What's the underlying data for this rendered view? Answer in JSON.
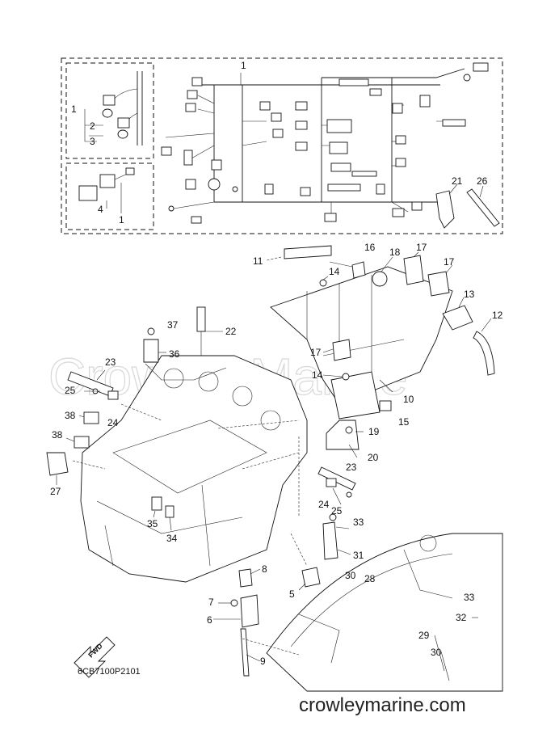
{
  "watermark": "Crowley Marine",
  "diagram_code": "6CB7100P2101",
  "website": "crowleymarine.com",
  "fwd_label": "FWD",
  "callouts": [
    {
      "id": "c1-top",
      "label": "1"
    },
    {
      "id": "c1-left",
      "label": "1"
    },
    {
      "id": "c1-bottom",
      "label": "1"
    },
    {
      "id": "c2",
      "label": "2"
    },
    {
      "id": "c3",
      "label": "3"
    },
    {
      "id": "c4",
      "label": "4"
    },
    {
      "id": "c5",
      "label": "5"
    },
    {
      "id": "c6",
      "label": "6"
    },
    {
      "id": "c7",
      "label": "7"
    },
    {
      "id": "c8",
      "label": "8"
    },
    {
      "id": "c9",
      "label": "9"
    },
    {
      "id": "c10",
      "label": "10"
    },
    {
      "id": "c11",
      "label": "11"
    },
    {
      "id": "c12",
      "label": "12"
    },
    {
      "id": "c13",
      "label": "13"
    },
    {
      "id": "c14-a",
      "label": "14"
    },
    {
      "id": "c14-b",
      "label": "14"
    },
    {
      "id": "c15",
      "label": "15"
    },
    {
      "id": "c16",
      "label": "16"
    },
    {
      "id": "c17-a",
      "label": "17"
    },
    {
      "id": "c17-b",
      "label": "17"
    },
    {
      "id": "c17-c",
      "label": "17"
    },
    {
      "id": "c18",
      "label": "18"
    },
    {
      "id": "c19",
      "label": "19"
    },
    {
      "id": "c20",
      "label": "20"
    },
    {
      "id": "c21",
      "label": "21"
    },
    {
      "id": "c22",
      "label": "22"
    },
    {
      "id": "c23-a",
      "label": "23"
    },
    {
      "id": "c23-b",
      "label": "23"
    },
    {
      "id": "c24-a",
      "label": "24"
    },
    {
      "id": "c24-b",
      "label": "24"
    },
    {
      "id": "c25-a",
      "label": "25"
    },
    {
      "id": "c25-b",
      "label": "25"
    },
    {
      "id": "c26",
      "label": "26"
    },
    {
      "id": "c27",
      "label": "27"
    },
    {
      "id": "c28",
      "label": "28"
    },
    {
      "id": "c29",
      "label": "29"
    },
    {
      "id": "c30-a",
      "label": "30"
    },
    {
      "id": "c30-b",
      "label": "30"
    },
    {
      "id": "c31",
      "label": "31"
    },
    {
      "id": "c32",
      "label": "32"
    },
    {
      "id": "c33-a",
      "label": "33"
    },
    {
      "id": "c33-b",
      "label": "33"
    },
    {
      "id": "c34",
      "label": "34"
    },
    {
      "id": "c35",
      "label": "35"
    },
    {
      "id": "c36",
      "label": "36"
    },
    {
      "id": "c37",
      "label": "37"
    },
    {
      "id": "c38-a",
      "label": "38"
    },
    {
      "id": "c38-b",
      "label": "38"
    }
  ]
}
